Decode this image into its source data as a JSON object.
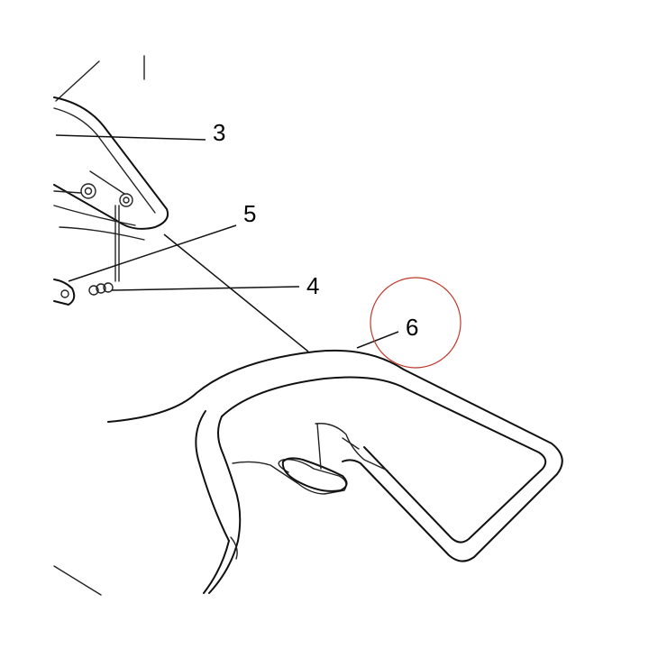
{
  "callouts": {
    "c3": "3",
    "c4": "4",
    "c5": "5",
    "c6": "6"
  },
  "colors": {
    "line": "#111111",
    "highlight_circle": "#c0392b",
    "background": "#ffffff"
  }
}
